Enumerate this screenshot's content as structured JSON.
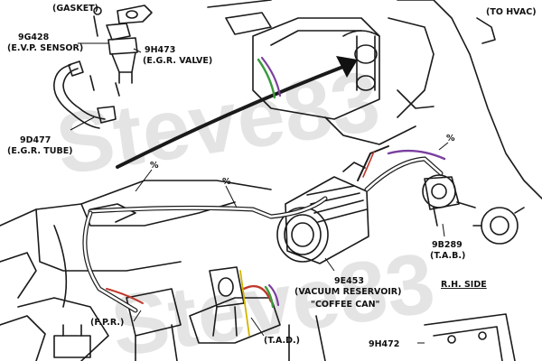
{
  "diagram": {
    "watermark": "Steve83",
    "labels": {
      "gasket": "(GASKET)",
      "to_hvac": "(TO HVAC)",
      "evp_part": "9G428",
      "evp_name": "(E.V.P. SENSOR)",
      "egr_valve_part": "9H473",
      "egr_valve_name": "(E.G.R. VALVE)",
      "egr_tube_part": "9D477",
      "egr_tube_name": "(E.G.R. TUBE)",
      "pct_1": "%",
      "pct_2": "%",
      "pct_3": "%",
      "tab_part": "9B289",
      "tab_name": "(T.A.B.)",
      "reservoir_part": "9E453",
      "reservoir_name": "(VACUUM RESERVOIR)",
      "reservoir_alias": "\"COFFEE  CAN\"",
      "side": "R.H. SIDE",
      "fpr": "(F.P.R.)",
      "tad": "(T.A.D.)",
      "bracket_part": "9H472"
    },
    "hose_colors": {
      "purple": "#7a3f9e",
      "green": "#3c9a3c",
      "red": "#c0392b",
      "yellow": "#d4b400"
    }
  }
}
